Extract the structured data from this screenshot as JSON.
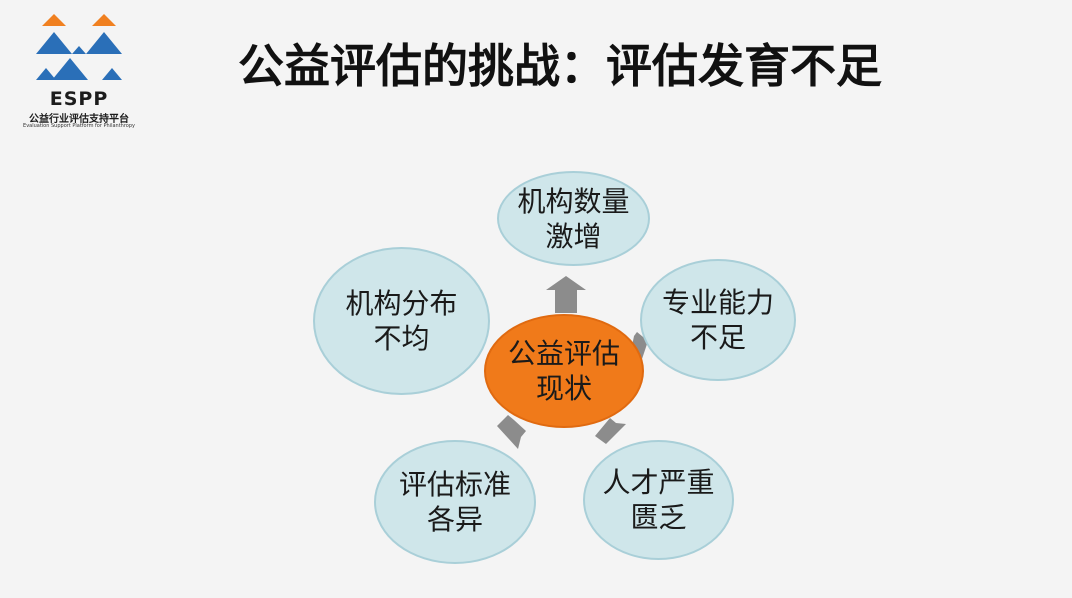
{
  "logo": {
    "name": "ESPP",
    "cn": "公益行业评估支持平台",
    "en": "Evaluation Support Platform for Philanthropy"
  },
  "title": "公益评估的挑战：评估发育不足",
  "center": {
    "label": "公益评估现状"
  },
  "nodes": [
    {
      "label": "机构数量激增"
    },
    {
      "label": "专业能力不足"
    },
    {
      "label": "人才严重匮乏"
    },
    {
      "label": "评估标准各异"
    },
    {
      "label": "机构分布不均"
    }
  ],
  "colors": {
    "center_fill": "#f07a1a",
    "node_fill": "#cfe6ea",
    "node_border": "#a9cfd8",
    "arrow": "#8c8c8c",
    "logo_orange": "#f08020",
    "logo_blue": "#2a6fb8"
  }
}
